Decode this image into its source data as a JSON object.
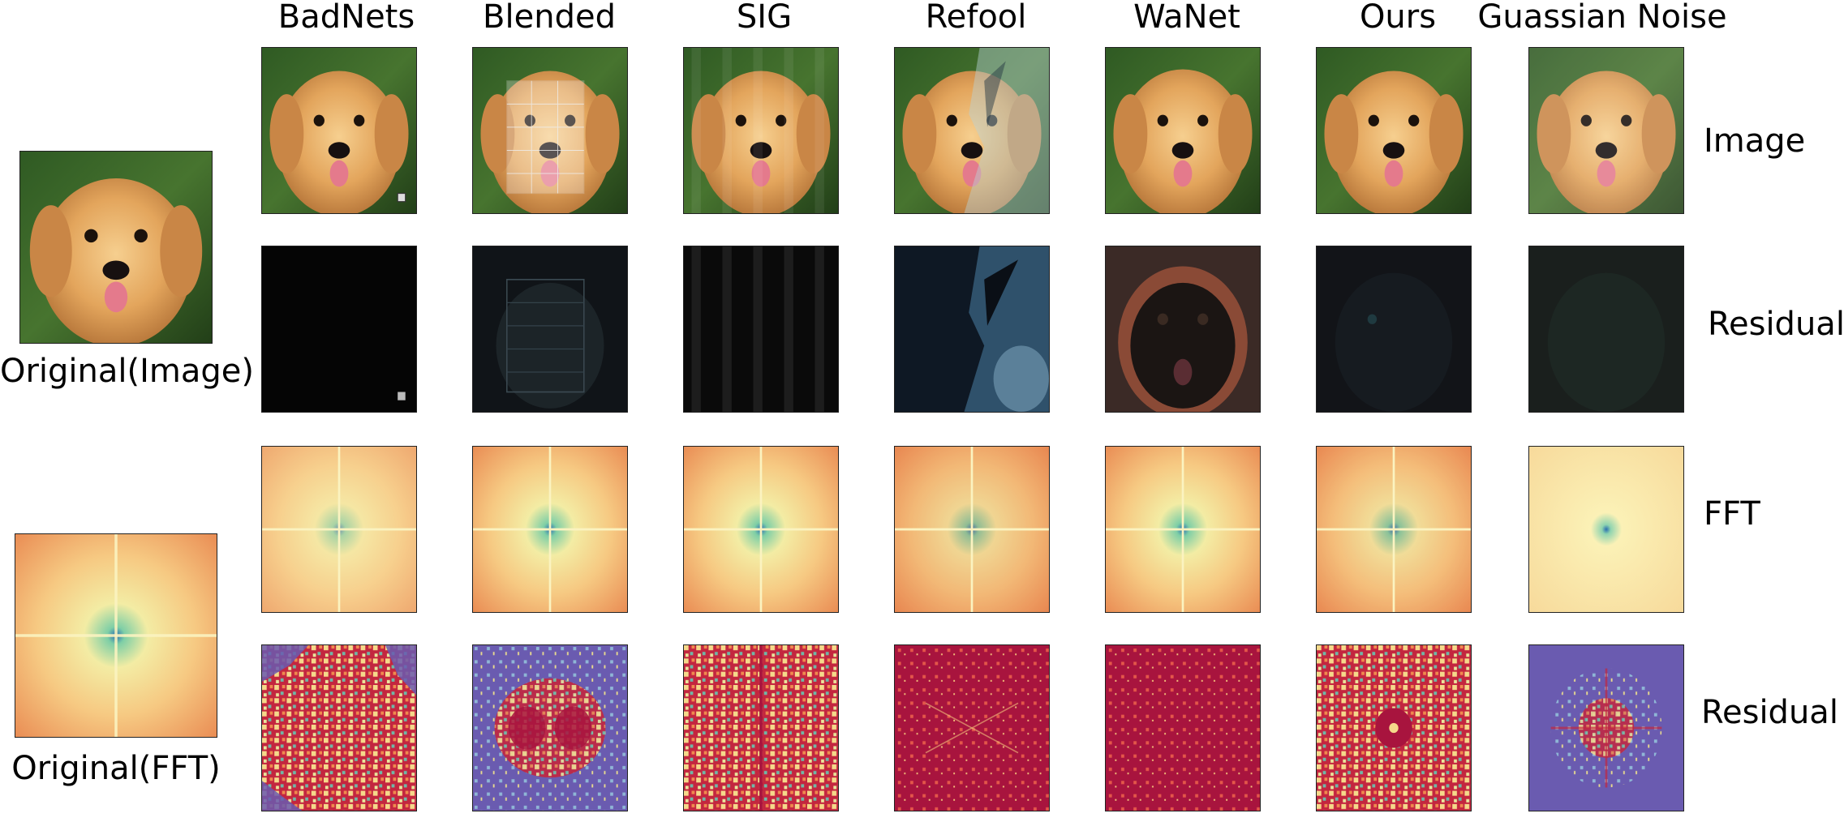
{
  "columns": [
    {
      "id": "badnets",
      "label": "BadNets"
    },
    {
      "id": "blended",
      "label": "Blended"
    },
    {
      "id": "sig",
      "label": "SIG"
    },
    {
      "id": "refool",
      "label": "Refool"
    },
    {
      "id": "wanet",
      "label": "WaNet"
    },
    {
      "id": "ours",
      "label": "Ours"
    },
    {
      "id": "gaussian",
      "label": "Guassian Noise"
    }
  ],
  "rows": [
    {
      "id": "image",
      "label": "Image"
    },
    {
      "id": "residual",
      "label": "Residual"
    },
    {
      "id": "fft",
      "label": "FFT"
    },
    {
      "id": "fft_residual",
      "label": "Residual"
    }
  ],
  "originals": {
    "image_label": "Original(Image)",
    "fft_label": "Original(FFT)"
  }
}
